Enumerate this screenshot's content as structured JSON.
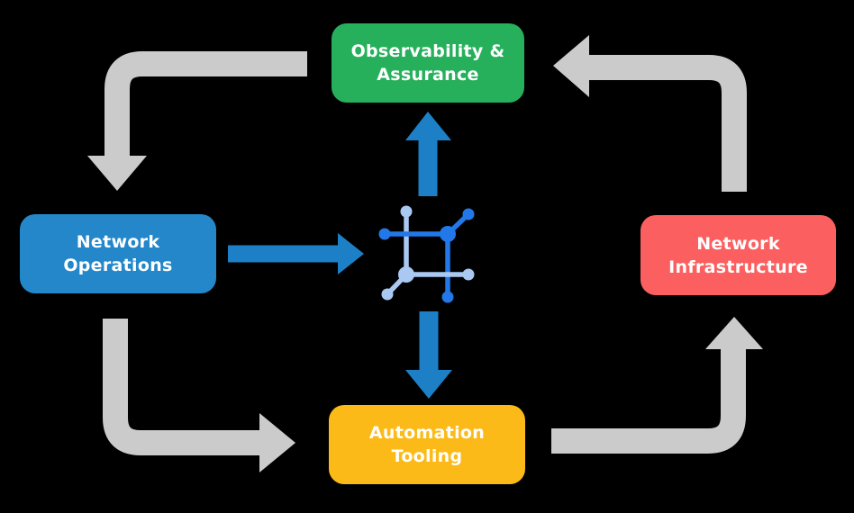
{
  "colors": {
    "background": "#000000",
    "text_on_box": "#ffffff",
    "arrow_gray": "#cbcbcb",
    "arrow_blue": "#1d80c6",
    "icon_blue": "#2278e8",
    "icon_light_blue": "#a9c9f2"
  },
  "nodes": {
    "observability": {
      "label": "Observability & Assurance",
      "lines": [
        "Observability &",
        "Assurance"
      ],
      "color": "#27b05c"
    },
    "operations": {
      "label": "Network Operations",
      "lines": [
        "Network",
        "Operations"
      ],
      "color": "#2387c9"
    },
    "infrastructure": {
      "label": "Network Infrastructure",
      "lines": [
        "Network",
        "Infrastructure"
      ],
      "color": "#fb5f5f"
    },
    "automation": {
      "label": "Automation Tooling",
      "lines": [
        "Automation",
        "Tooling"
      ],
      "color": "#fcba18"
    }
  },
  "center_icon": {
    "name": "network-mesh-icon"
  },
  "flows": {
    "gray_cycle": [
      {
        "from": "observability",
        "to": "operations"
      },
      {
        "from": "operations",
        "to": "automation"
      },
      {
        "from": "automation",
        "to": "infrastructure"
      },
      {
        "from": "infrastructure",
        "to": "observability"
      }
    ],
    "blue_links": [
      {
        "from": "operations",
        "to": "center-icon"
      },
      {
        "from": "center-icon",
        "to": "observability"
      },
      {
        "from": "center-icon",
        "to": "automation"
      }
    ]
  }
}
